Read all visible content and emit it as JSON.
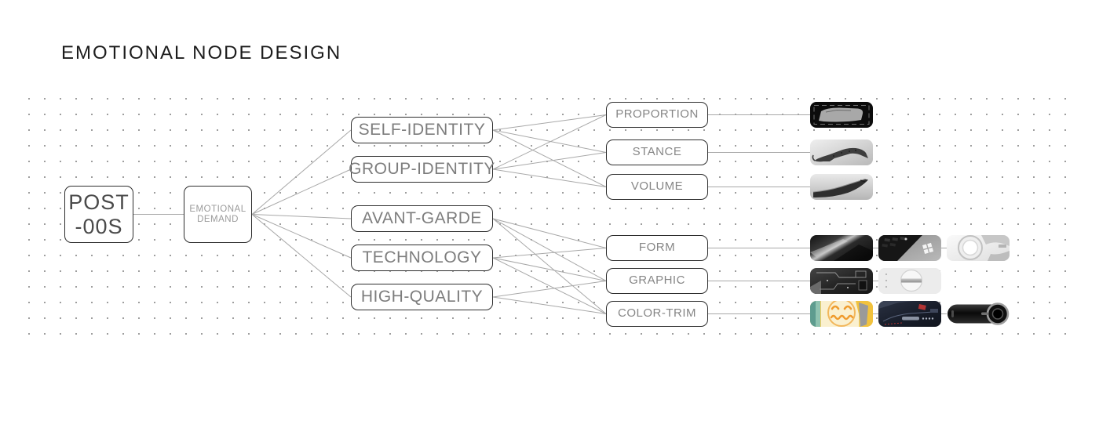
{
  "title": "EMOTIONAL NODE DESIGN",
  "colors": {
    "line": "#a8a8a8",
    "box_border": "#2e2e2e",
    "dot": "#9e9e9e",
    "title_text": "#1c1c1c",
    "primary_text": "#4a4a4a",
    "mid_text": "#7d7d7d",
    "attr_text": "#868686",
    "accent_yellow": "#f5cf5e",
    "accent_teal": "#5e9c8f",
    "accent_orange": "#ef9b2d",
    "accent_navy": "#1e2430",
    "accent_red": "#b23333"
  },
  "nodes": {
    "post_00s": {
      "line1": "POST",
      "line2": "-00S"
    },
    "emotional_demand": {
      "line1": "EMOTIONAL",
      "line2": "DEMAND"
    },
    "self_identity": {
      "label": "SELF-IDENTITY"
    },
    "group_identity": {
      "label": "GROUP-IDENTITY"
    },
    "avant_garde": {
      "label": "AVANT-GARDE"
    },
    "technology": {
      "label": "TECHNOLOGY"
    },
    "high_quality": {
      "label": "HIGH-QUALITY"
    },
    "proportion": {
      "label": "PROPORTION"
    },
    "stance": {
      "label": "STANCE"
    },
    "volume": {
      "label": "VOLUME"
    },
    "form": {
      "label": "FORM"
    },
    "graphic": {
      "label": "GRAPHIC"
    },
    "color_trim": {
      "label": "COLOR-TRIM"
    }
  },
  "edges": [
    [
      "post-00s",
      "emotional-demand"
    ],
    [
      "emotional-demand",
      "self-identity"
    ],
    [
      "emotional-demand",
      "group-identity"
    ],
    [
      "emotional-demand",
      "avant-garde"
    ],
    [
      "emotional-demand",
      "technology"
    ],
    [
      "emotional-demand",
      "high-quality"
    ],
    [
      "self-identity",
      "proportion"
    ],
    [
      "self-identity",
      "stance"
    ],
    [
      "self-identity",
      "volume"
    ],
    [
      "group-identity",
      "proportion"
    ],
    [
      "group-identity",
      "stance"
    ],
    [
      "group-identity",
      "volume"
    ],
    [
      "avant-garde",
      "form"
    ],
    [
      "avant-garde",
      "graphic"
    ],
    [
      "avant-garde",
      "color-trim"
    ],
    [
      "technology",
      "form"
    ],
    [
      "technology",
      "graphic"
    ],
    [
      "technology",
      "color-trim"
    ],
    [
      "high-quality",
      "graphic"
    ],
    [
      "high-quality",
      "color-trim"
    ],
    [
      "proportion",
      "proportion-thumb-1"
    ],
    [
      "stance",
      "stance-thumb-1"
    ],
    [
      "volume",
      "volume-thumb-1"
    ],
    [
      "form",
      "form-thumb-1"
    ],
    [
      "form-thumb-1",
      "form-thumb-2"
    ],
    [
      "form-thumb-2",
      "form-thumb-3"
    ],
    [
      "graphic",
      "graphic-thumb-1"
    ],
    [
      "graphic-thumb-1",
      "graphic-thumb-2"
    ],
    [
      "color-trim",
      "colortrim-thumb-1"
    ],
    [
      "colortrim-thumb-1",
      "colortrim-thumb-2"
    ],
    [
      "colortrim-thumb-2",
      "colortrim-thumb-3"
    ]
  ],
  "thumbnails": [
    {
      "id": "proportion-thumb-1",
      "description": "car side-profile proportion sketch on black"
    },
    {
      "id": "stance-thumb-1",
      "description": "crouching leopard grayscale photo"
    },
    {
      "id": "volume-thumb-1",
      "description": "ship hull volume study grayscale"
    },
    {
      "id": "form-thumb-1",
      "description": "dark metallic sculpted surface"
    },
    {
      "id": "form-thumb-2",
      "description": "laptop corner with windows logo"
    },
    {
      "id": "form-thumb-3",
      "description": "white circular device form"
    },
    {
      "id": "graphic-thumb-1",
      "description": "dark tech panel with graphic lines"
    },
    {
      "id": "graphic-thumb-2",
      "description": "white device with circular dial"
    },
    {
      "id": "colortrim-thumb-1",
      "description": "yellow fabric with orange smiley graphic"
    },
    {
      "id": "colortrim-thumb-2",
      "description": "dark navy interior trim with red accents"
    },
    {
      "id": "colortrim-thumb-3",
      "description": "black cylindrical speaker with metal ring"
    }
  ]
}
